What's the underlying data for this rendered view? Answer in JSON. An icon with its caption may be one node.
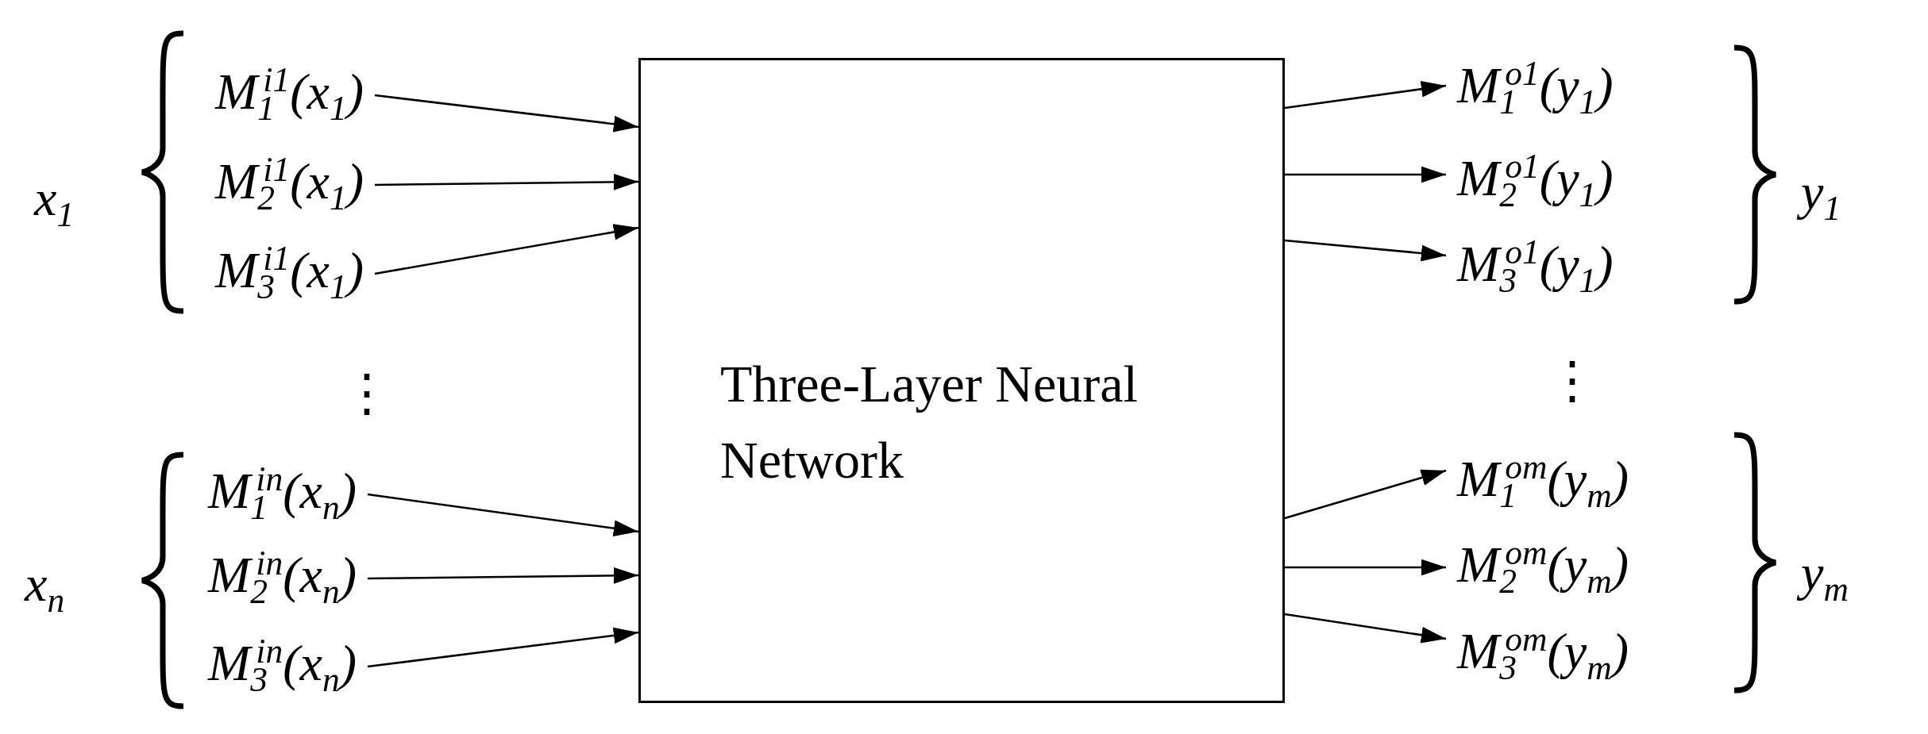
{
  "diagram": {
    "nodes": [
      {
        "text": [
          "Three-Layer Neural Network"
        ]
      },
      {
        "text": [
          "M$_{1}$$^{i1}$(x$_{1}$)"
        ]
      },
      {
        "text": [
          "M$_{2}$$^{i1}$(x$_{1}$)"
        ]
      },
      {
        "text": [
          "M$_{3}$$^{i1}$(x$_{1}$)"
        ]
      },
      {
        "text": [
          "M$_{1}$$^{in}$(x$_{n}$)"
        ]
      },
      {
        "text": [
          "M$_{2}$$^{in}$(x$_{n}$)"
        ]
      },
      {
        "text": [
          "M$_{3}$$^{in}$(x$_{n}$)"
        ]
      },
      {
        "text": [
          "M$_{1}$$^{o1}$(y$_{1}$)"
        ]
      },
      {
        "text": [
          "M$_{2}$$^{o1}$(y$_{1}$)"
        ]
      },
      {
        "text": [
          "M$_{3}$$^{o1}$(y$_{1}$)"
        ]
      },
      {
        "text": [
          "M$_{1}$$^{om}$(y$_{m}$)"
        ]
      },
      {
        "text": [
          "M$_{2}$$^{om}$(y$_{m}$)"
        ]
      },
      {
        "text": [
          "M$_{3}$$^{om}$(y$_{m}$)"
        ]
      }
    ],
    "edges": [
      {
        "from": 1,
        "to": 0,
        "arrow": "to"
      },
      {
        "from": 2,
        "to": 0,
        "arrow": "to"
      },
      {
        "from": 3,
        "to": 0,
        "arrow": "to"
      },
      {
        "from": 4,
        "to": 0,
        "arrow": "to"
      },
      {
        "from": 5,
        "to": 0,
        "arrow": "to"
      },
      {
        "from": 6,
        "to": 0,
        "arrow": "to"
      },
      {
        "from": 0,
        "to": 7,
        "arrow": "to"
      },
      {
        "from": 0,
        "to": 8,
        "arrow": "to"
      },
      {
        "from": 0,
        "to": 9,
        "arrow": "to"
      },
      {
        "from": 0,
        "to": 10,
        "arrow": "to"
      },
      {
        "from": 0,
        "to": 11,
        "arrow": "to"
      },
      {
        "from": 0,
        "to": 12,
        "arrow": "to"
      }
    ],
    "labels": [
      "x$_{1}$",
      "y$_{1}$",
      "⋮",
      "⋮",
      "x$_{n}$",
      "y$_{m}$"
    ]
  }
}
